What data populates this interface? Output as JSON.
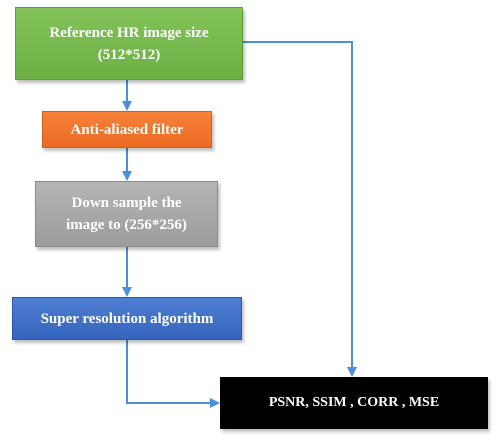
{
  "diagram": {
    "reference_box": "Reference HR image size\n(512*512)",
    "filter_box": "Anti-aliased filter",
    "downsample_box": "Down sample the\nimage to (256*256)",
    "superres_box": "Super resolution algorithm",
    "metrics_box": "PSNR, SSIM , CORR , MSE"
  },
  "colors": {
    "reference": "#6cb044",
    "filter": "#ec6a20",
    "downsample": "#9c9c9c",
    "superres": "#3565bd",
    "metrics": "#000000",
    "arrow": "#4a8fdc"
  }
}
